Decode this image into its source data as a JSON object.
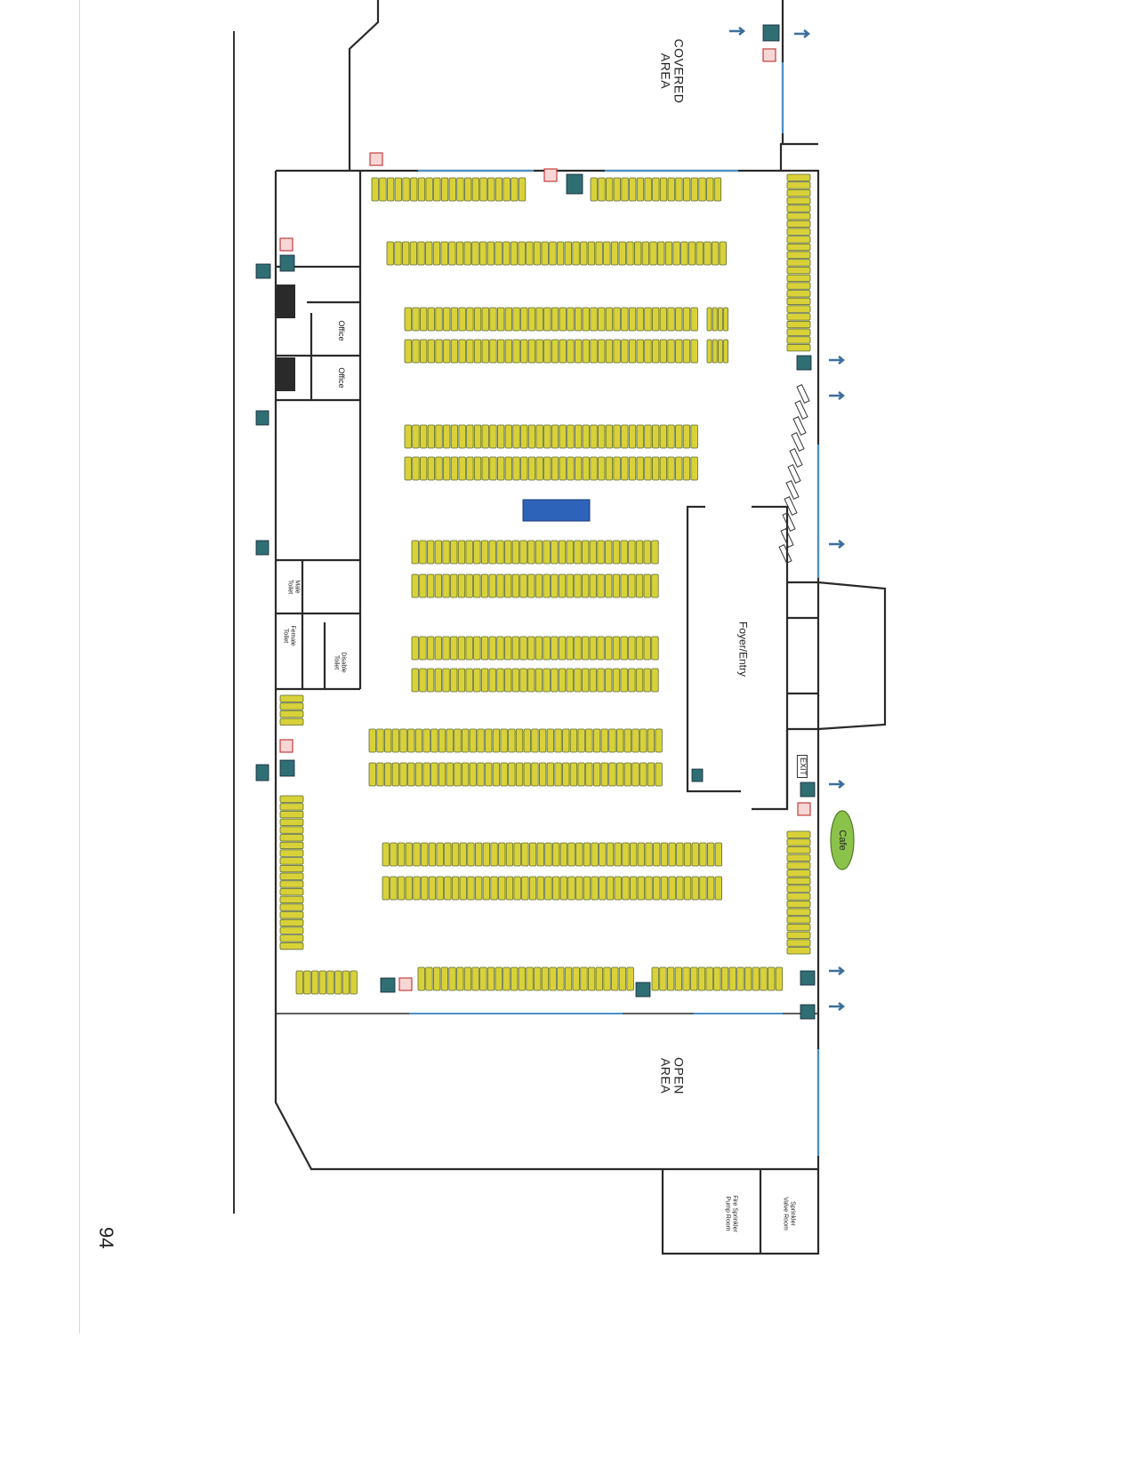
{
  "page_number": "94",
  "areas": {
    "covered_area": "COVERED\nAREA",
    "open_area": "OPEN\nAREA"
  },
  "rooms": {
    "office_1": "Office",
    "office_2": "Office",
    "male_toilet": "Male\nToilet",
    "female_toilet": "Female\nToilet",
    "disabled_toilet": "Disable\nToilet",
    "foyer": "Foyer/Entry",
    "cafe": "Cafe",
    "exit_sign": "EXIT",
    "fire_pump_room": "Fire Sprinkler\nPump Room",
    "valve_room": "Sprinkler\nValve Room"
  },
  "colors": {
    "wall": "#2a2a2a",
    "seat_fill": "#d8d238",
    "seat_stroke": "#5d6a3a",
    "exit_sign": "#2f6f73",
    "arrow": "#3c6f9c",
    "cafe": "#8bc34a",
    "stage_block": "#2d63b8",
    "window": "#4b8fc8"
  }
}
